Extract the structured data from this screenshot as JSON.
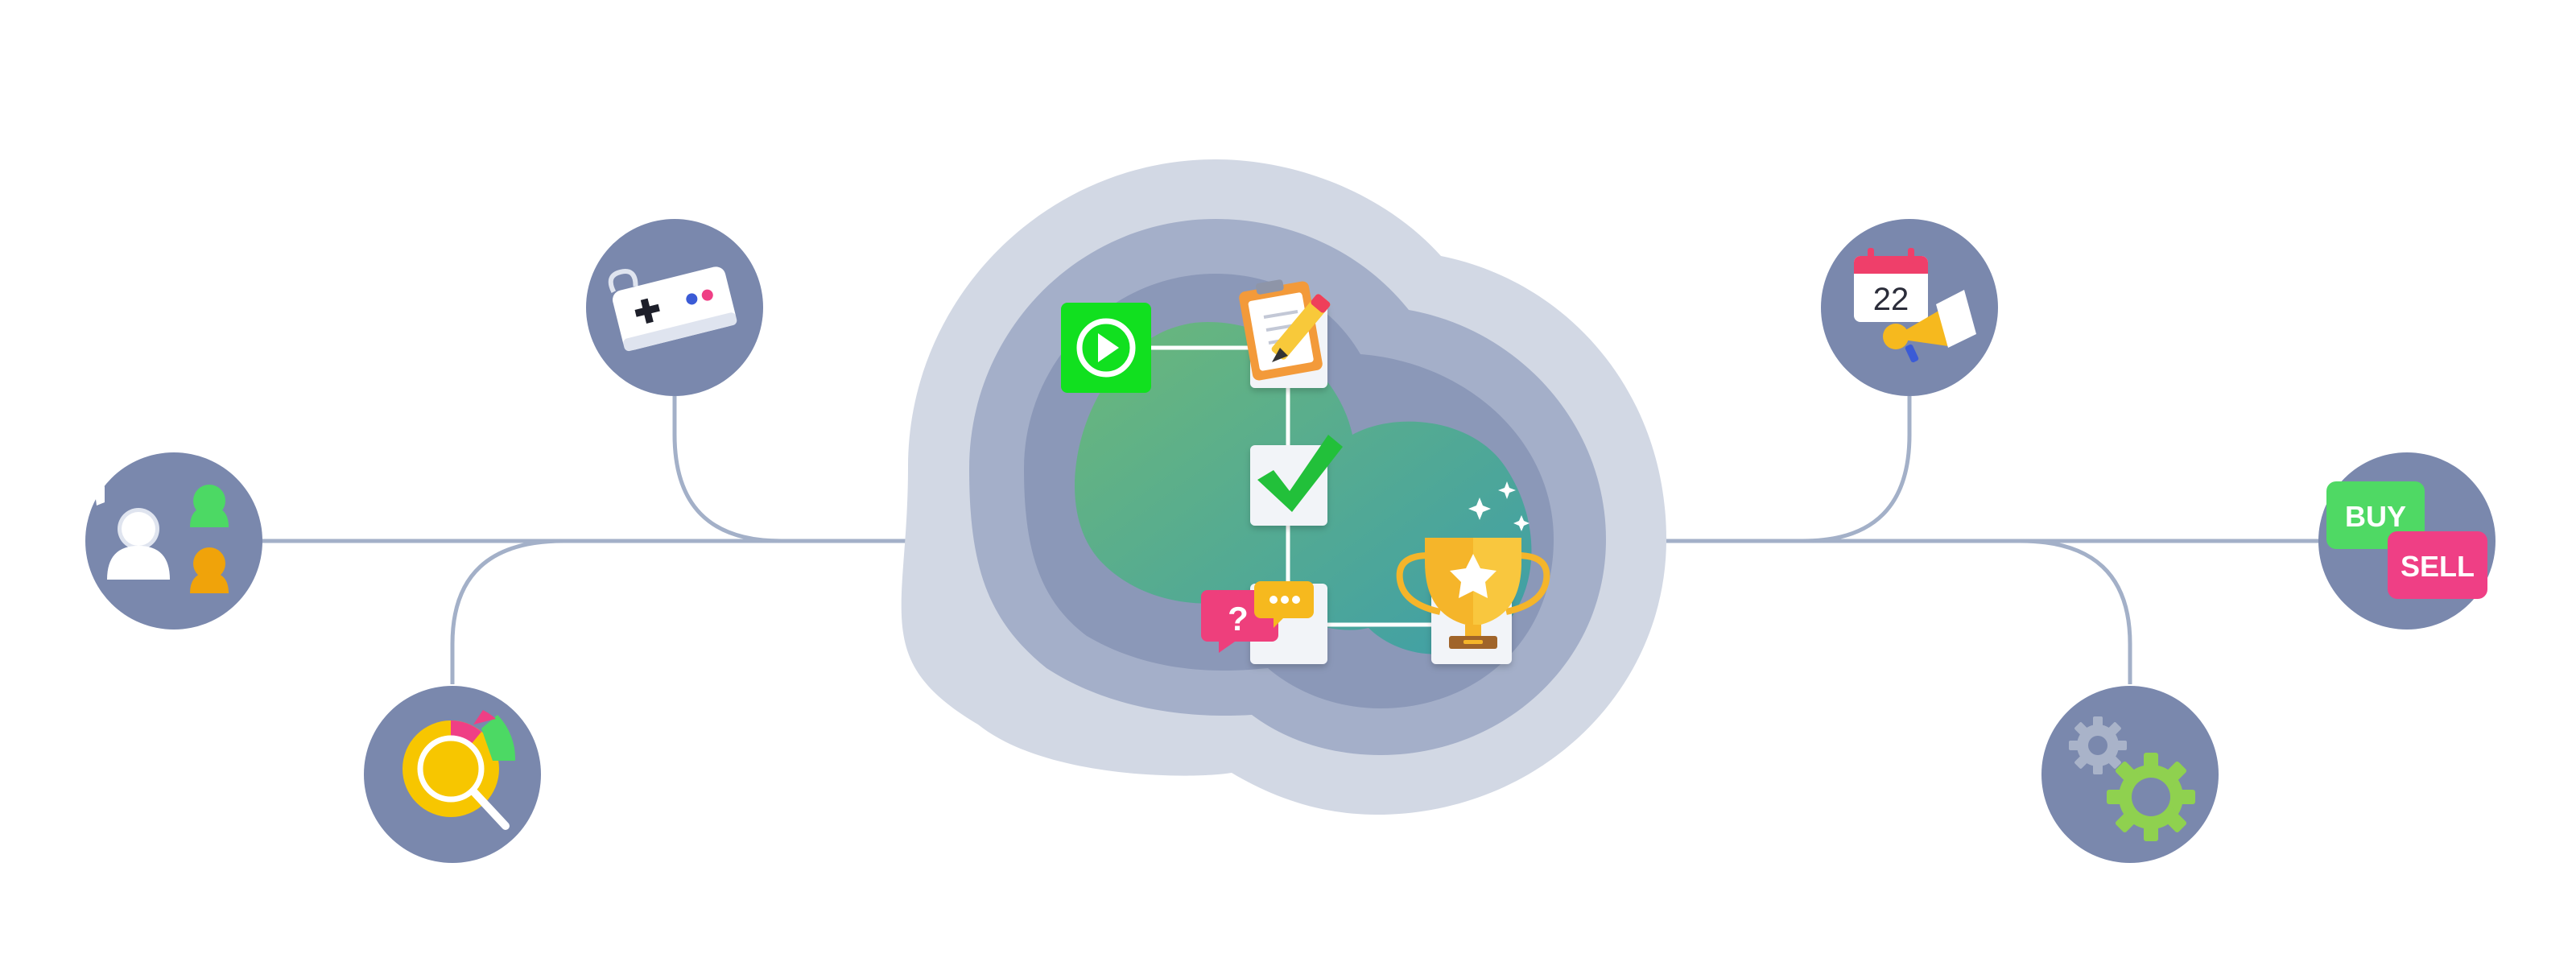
{
  "colors": {
    "background": "#ffffff",
    "connector": "#a3b0c8",
    "node_fill": "#7a88ad",
    "cloud_outer": "#d2d8e4",
    "cloud_mid": "#a4afc9",
    "cloud_inner": "#8b98b8",
    "gradient_start": "#6cb87a",
    "gradient_end": "#3e9ea8",
    "play_green": "#11e01f",
    "check_green": "#22c03a",
    "buy_green": "#4fd964",
    "sell_pink": "#ef3f85",
    "trophy_gold": "#f5b52a",
    "chat_pink": "#ee3f7c",
    "chat_yellow": "#f6b91e",
    "gear_green": "#8fd14f",
    "gear_grey": "#a9b3c9",
    "person_green": "#4cd964",
    "person_orange": "#f0a30a",
    "chart_yellow": "#f7c600",
    "calendar_red": "#ef3f6a",
    "megaphone_yellow": "#f6b91e",
    "clipboard_orange": "#f39a3a"
  },
  "labels": {
    "calendar_day": "22",
    "buy": "BUY",
    "sell": "SELL"
  },
  "icons": {
    "users": "users-icon",
    "gamepad": "gamepad-icon",
    "analytics": "analytics-search-icon",
    "play": "play-icon",
    "clipboard": "clipboard-pencil-icon",
    "check": "checkmark-icon",
    "chat": "chat-question-icon",
    "trophy": "trophy-icon",
    "calendar": "calendar-megaphone-icon",
    "trade": "buy-sell-icon",
    "gears": "gears-icon"
  }
}
